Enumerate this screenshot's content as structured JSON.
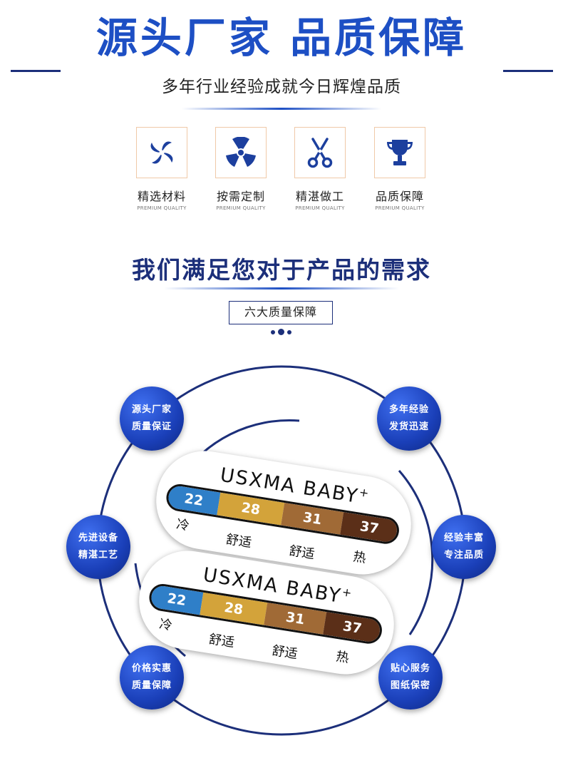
{
  "header": {
    "title": "源头厂家 品质保障",
    "subtitle": "多年行业经验成就今日辉煌品质"
  },
  "features": [
    {
      "label": "精选材料",
      "en": "PREMIUM QUALITY",
      "icon": "pinwheel-icon"
    },
    {
      "label": "按需定制",
      "en": "PREMIUM QUALITY",
      "icon": "radiation-icon"
    },
    {
      "label": "精湛做工",
      "en": "PREMIUM QUALITY",
      "icon": "scissors-icon"
    },
    {
      "label": "品质保障",
      "en": "PREMIUM QUALITY",
      "icon": "trophy-icon"
    }
  ],
  "section": {
    "title": "我们满足您对于产品的需求",
    "box_label": "六大质量保障"
  },
  "badges": [
    {
      "line1": "源头厂家",
      "line2": "质量保证"
    },
    {
      "line1": "多年经验",
      "line2": "发货迅速"
    },
    {
      "line1": "先进设备",
      "line2": "精湛工艺"
    },
    {
      "line1": "经验丰富",
      "line2": "专注品质"
    },
    {
      "line1": "价格实惠",
      "line2": "质量保障"
    },
    {
      "line1": "贴心服务",
      "line2": "图纸保密"
    }
  ],
  "product": {
    "brand": "USXMA BABY",
    "brand_sup": "+",
    "segments": [
      "22",
      "28",
      "31",
      "37"
    ],
    "labels": [
      "冷",
      "舒适",
      "舒适",
      "热"
    ]
  },
  "colors": {
    "title_blue": "#1d4fc4",
    "navy": "#1c2f7a",
    "icon_box_border": "#f0c9a8",
    "seg_cold": "#2f7fc8",
    "seg_comfy": "#d3a33a",
    "seg_warm": "#a06a36",
    "seg_hot": "#5b2f18"
  }
}
